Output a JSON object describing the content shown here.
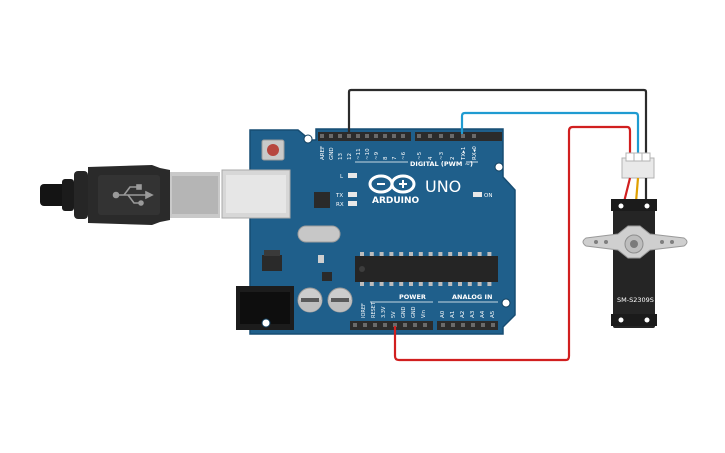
{
  "board": {
    "brand": "ARDUINO",
    "model": "UNO",
    "digital_header": "DIGITAL (PWM ~)",
    "power_header": "POWER",
    "analog_header": "ANALOG IN",
    "led_l": "L",
    "led_tx": "TX",
    "led_rx": "RX",
    "led_on": "ON",
    "color": "#1f5f8b"
  },
  "digital_pins": [
    "AREF",
    "GND",
    "13",
    "12",
    "~11",
    "~10",
    "~9",
    "8",
    "7",
    "~6",
    "~5",
    "4",
    "~3",
    "2",
    "TX▸1",
    "RX◂0"
  ],
  "power_pins": [
    "IOREF",
    "RESET",
    "3.3V",
    "5V",
    "GND",
    "GND",
    "Vin"
  ],
  "analog_pins": [
    "A0",
    "A1",
    "A2",
    "A3",
    "A4",
    "A5"
  ],
  "servo": {
    "label": "SM-S2309S"
  },
  "wire_colors": {
    "ground": "#2b2b2b",
    "signal": "#1f9bd1",
    "power": "#d11f1f"
  },
  "connector": {
    "type": "usb-b-icon"
  }
}
